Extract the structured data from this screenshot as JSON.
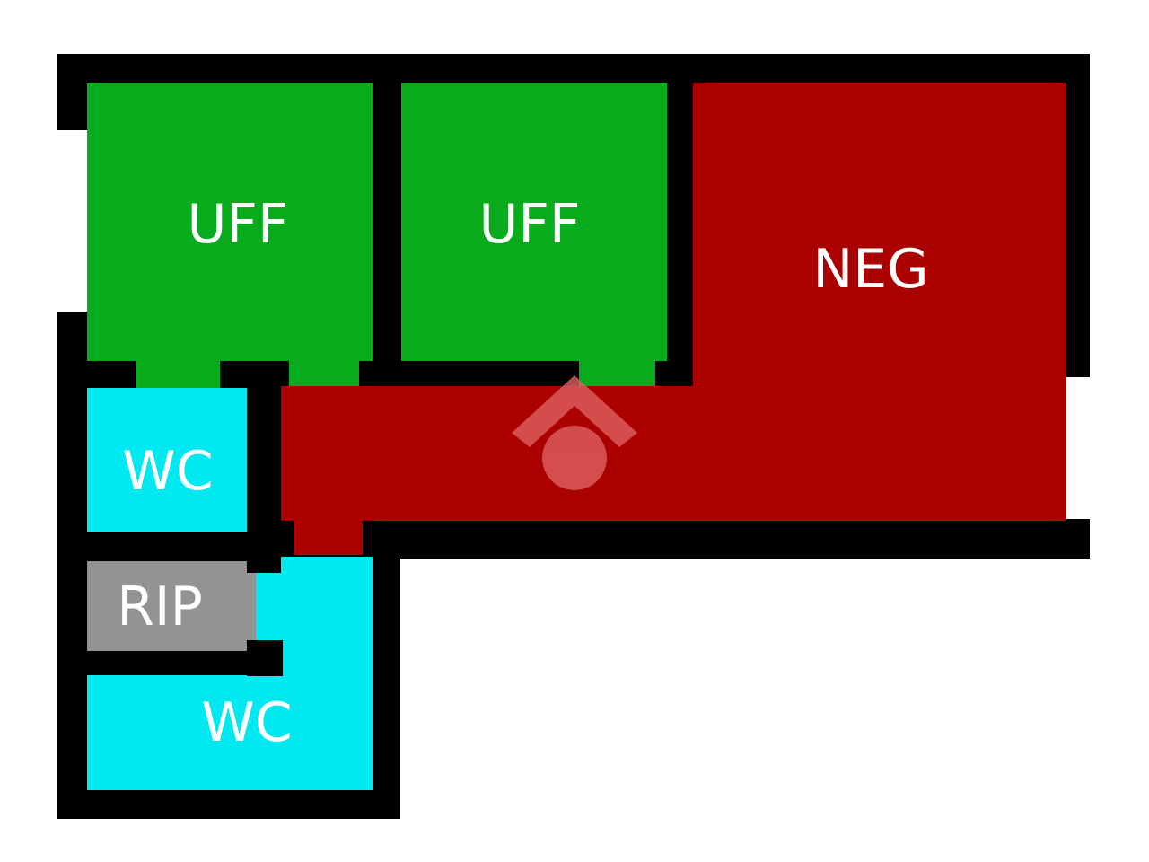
{
  "colors": {
    "wall": "#000000",
    "office": "#08ab1b",
    "shop": "#aa0000",
    "wc": "#00e9f0",
    "storage": "#939393",
    "background": "#ffffff",
    "label": "#ffffff",
    "watermark": "#e06060"
  },
  "rooms": [
    {
      "id": "uff-1",
      "label": "UFF",
      "type": "office"
    },
    {
      "id": "uff-2",
      "label": "UFF",
      "type": "office"
    },
    {
      "id": "neg",
      "label": "NEG",
      "type": "shop"
    },
    {
      "id": "wc-1",
      "label": "WC",
      "type": "wc"
    },
    {
      "id": "rip",
      "label": "RIP",
      "type": "storage"
    },
    {
      "id": "wc-2",
      "label": "WC",
      "type": "wc"
    }
  ],
  "watermark": {
    "icon": "home-logo-icon"
  }
}
